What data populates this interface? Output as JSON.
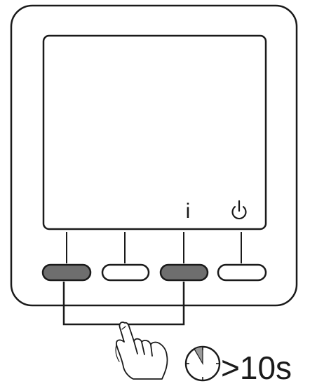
{
  "screen": {
    "info_label": "i"
  },
  "instruction": {
    "duration_label": ">10s"
  },
  "buttons": [
    {
      "id": "btn-1",
      "pressed": true
    },
    {
      "id": "btn-2",
      "pressed": false
    },
    {
      "id": "btn-3",
      "pressed": true
    },
    {
      "id": "btn-4",
      "pressed": false
    }
  ],
  "icons": [
    "power-icon",
    "hand-press-icon",
    "timer-icon"
  ],
  "colors": {
    "outline": "#1a1a1a",
    "pressed_fill": "#6e6e6e",
    "released_fill": "#ffffff",
    "timer_wedge": "#9a9a9a"
  }
}
